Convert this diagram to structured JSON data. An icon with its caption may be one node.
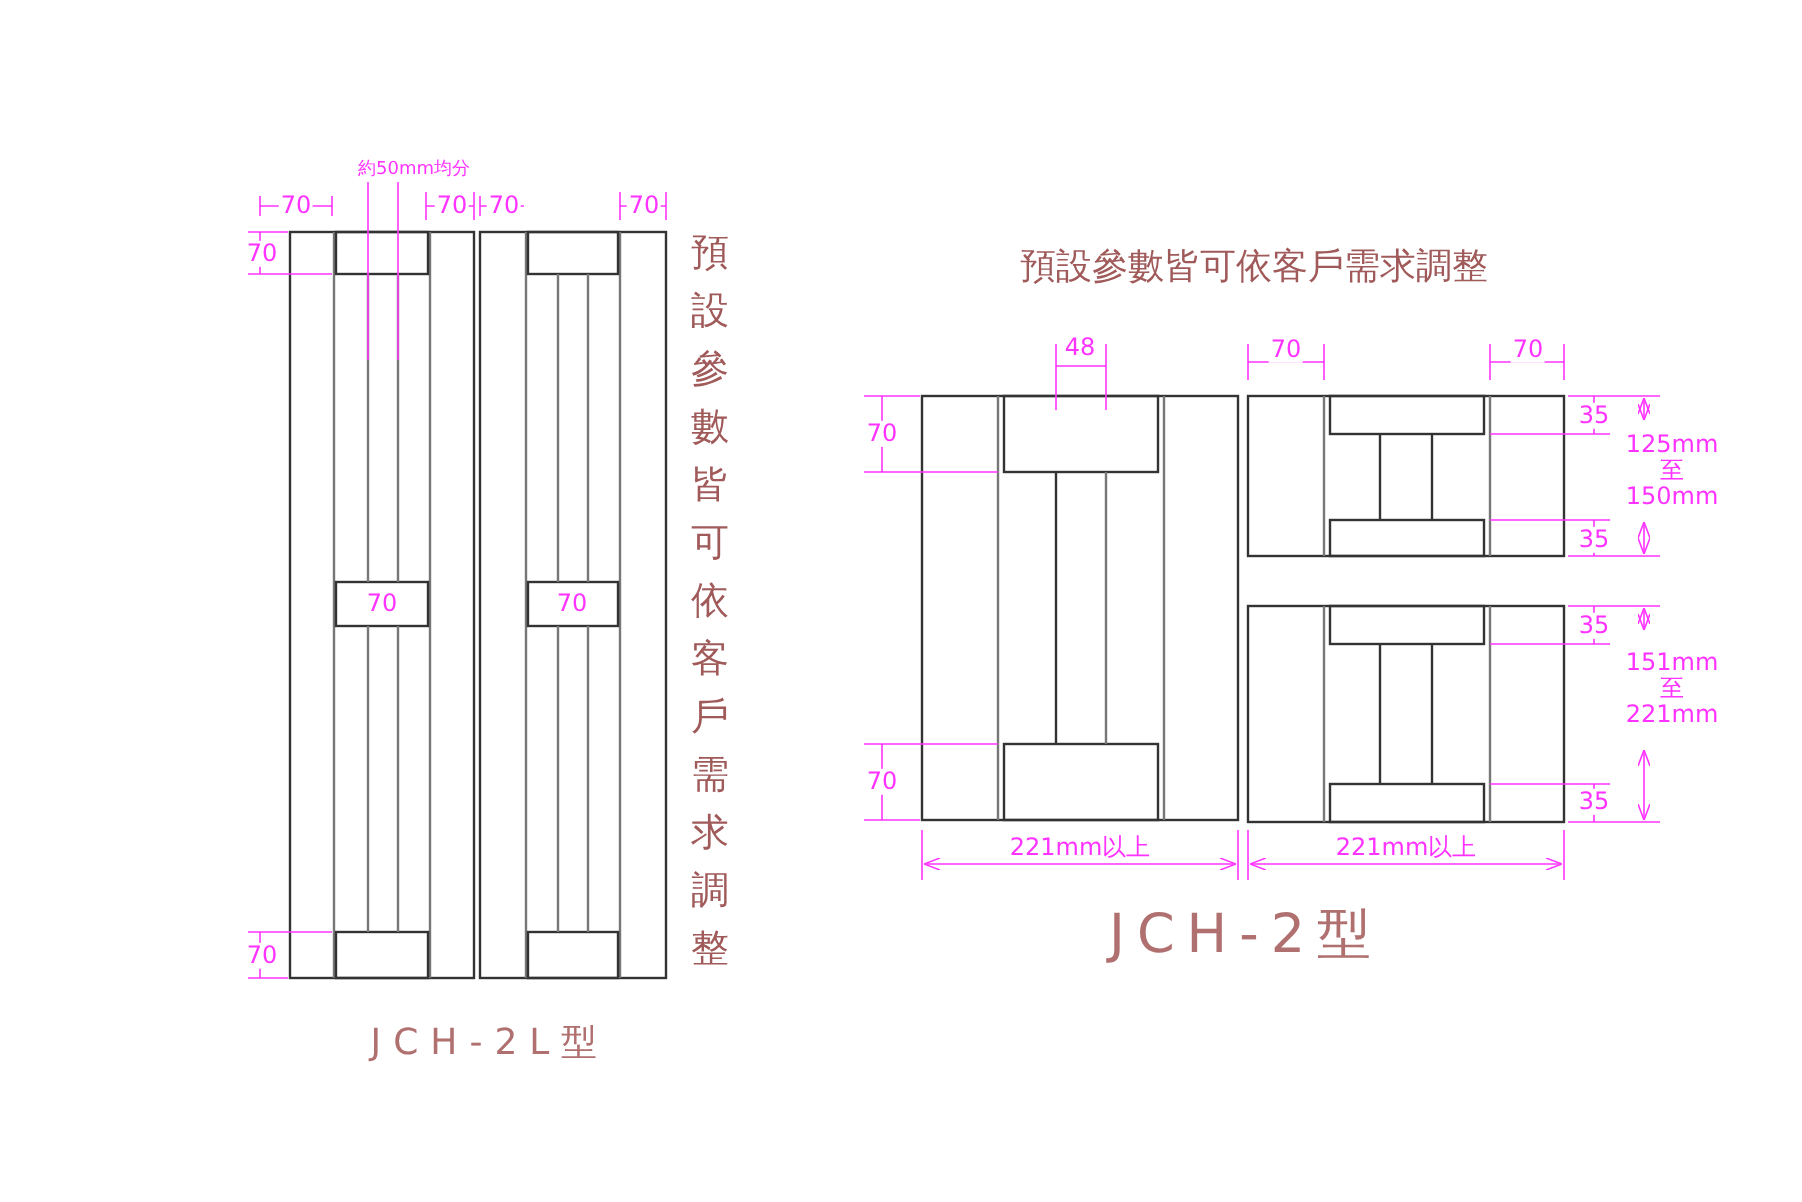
{
  "diagram": {
    "labels": [
      "約50mm均分",
      "70",
      "70",
      "70",
      "70",
      "70",
      "預設參數皆可依客戶需求調整",
      "70",
      "70",
      "70",
      "JCH-2L型",
      "預設參數皆可依客戶需求調整",
      "48",
      "70",
      "70",
      "70",
      "35",
      "125mm 至 150mm",
      "35",
      "35",
      "151mm 至 221mm",
      "70",
      "35",
      "221mm以上",
      "221mm以上",
      "JCH-2型"
    ]
  }
}
